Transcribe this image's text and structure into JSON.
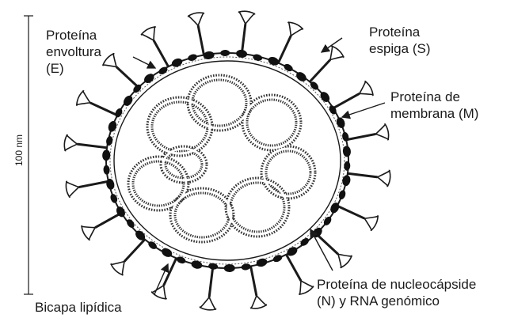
{
  "labels": {
    "envelope": [
      "Proteína",
      "envoltura",
      "(E)"
    ],
    "spike": [
      "Proteína",
      "espiga (S)"
    ],
    "membrane": [
      "Proteína de",
      "membrana (M)"
    ],
    "nucleocapsid": [
      "Proteína de nucleocápside",
      "(N) y RNA genómico"
    ],
    "bilayer": [
      "Bicapa lipídica"
    ]
  },
  "scale": {
    "label": "100 nm"
  },
  "colors": {
    "ink": "#1a1a1a",
    "envelope_protein": "#111111",
    "spike_fill": "#ffffff"
  }
}
